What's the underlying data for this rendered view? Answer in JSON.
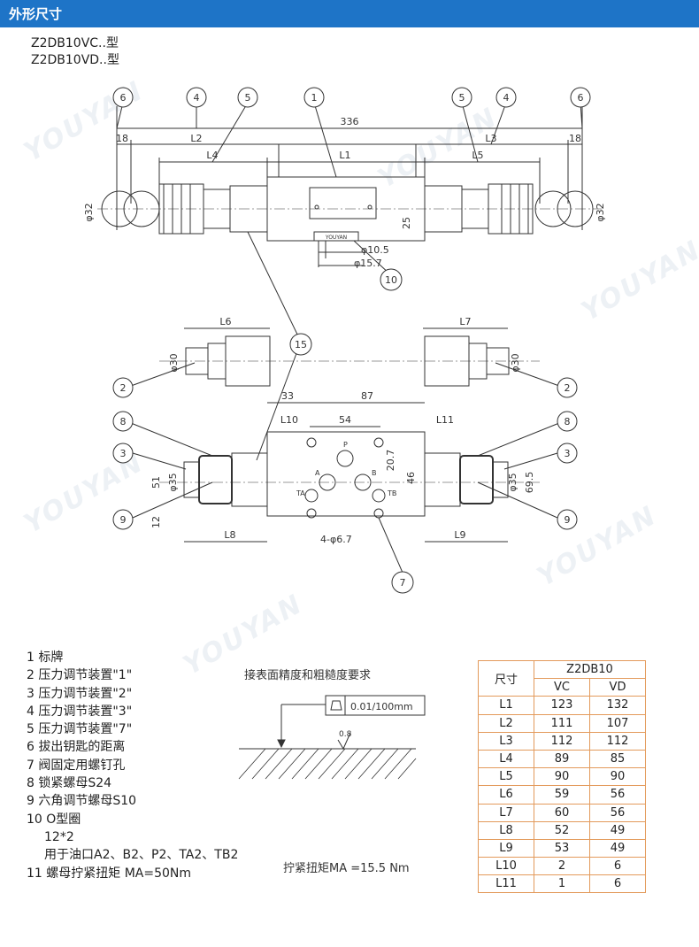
{
  "banner": {
    "title": "外形尺寸"
  },
  "models": [
    "Z2DB10VC..型",
    "Z2DB10VD..型"
  ],
  "drawing": {
    "callouts": [
      "1",
      "2",
      "3",
      "4",
      "5",
      "6",
      "7",
      "8",
      "9",
      "10",
      "15"
    ],
    "dims": {
      "total": "336",
      "l1": "L1",
      "l2": "L2",
      "l3": "L3",
      "l4": "L4",
      "l5": "L5",
      "l6": "L6",
      "l7": "L7",
      "l8": "L8",
      "l9": "L9",
      "l10": "L10",
      "l11": "L11",
      "d18": "18",
      "d32": "φ32",
      "d25": "25",
      "d10": "φ10.5",
      "d157": "φ15.7",
      "d30": "φ30",
      "d33": "33",
      "d87": "87",
      "d54": "54",
      "d207": "20.7",
      "d46": "46",
      "d51": "51",
      "d35": "φ35",
      "d695": "69.5",
      "d12": "12",
      "holes": "4-φ6.7",
      "nameplate": "YOUYAN",
      "ports": [
        "A",
        "B",
        "P",
        "TA",
        "TB"
      ]
    }
  },
  "legend": [
    "1 标牌",
    "2 压力调节装置\"1\"",
    "3 压力调节装置\"2\"",
    "4 压力调节装置\"3\"",
    "5 压力调节装置\"7\"",
    "6 拔出钥匙的距离",
    "7 阀固定用螺钉孔",
    "8 锁紧螺母S24",
    "9 六角调节螺母S10",
    "10 O型圈",
    "12*2",
    "用于油口A2、B2、P2、TA2、TB2",
    "11 螺母拧紧扭矩 MA=50Nm"
  ],
  "surface": {
    "title": "接表面精度和粗糙度要求",
    "flatness": "0.01/100mm",
    "roughness": "0.8",
    "torque": "拧紧扭矩MA =15.5 Nm"
  },
  "table": {
    "header_label": "尺寸",
    "group": "Z2DB10",
    "col1": "VC",
    "col2": "VD",
    "rows": [
      [
        "L1",
        "123",
        "132"
      ],
      [
        "L2",
        "111",
        "107"
      ],
      [
        "L3",
        "112",
        "112"
      ],
      [
        "L4",
        "89",
        "85"
      ],
      [
        "L5",
        "90",
        "90"
      ],
      [
        "L6",
        "59",
        "56"
      ],
      [
        "L7",
        "60",
        "56"
      ],
      [
        "L8",
        "52",
        "49"
      ],
      [
        "L9",
        "53",
        "49"
      ],
      [
        "L10",
        "2",
        "6"
      ],
      [
        "L11",
        "1",
        "6"
      ]
    ]
  },
  "watermark": "YOUYAN",
  "colors": {
    "banner": "#1e74c7",
    "table_border": "#e39a5b"
  }
}
